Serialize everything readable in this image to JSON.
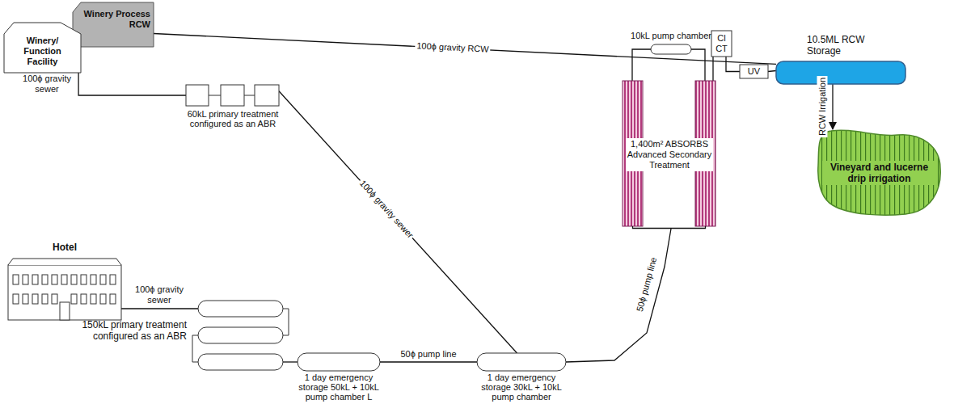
{
  "diagram": {
    "nodes": [
      {
        "text": [
          "Winery Process RCW"
        ]
      },
      {
        "text": [
          "Winery/ Function Facility"
        ]
      },
      {
        "text": [
          "Hotel"
        ]
      },
      {
        "text": [
          "60kL primary treatment configured as an ABR"
        ]
      },
      {
        "text": [
          "150kL primary treatment configured as an ABR"
        ]
      },
      {
        "text": [
          "1 day emergency storage 50kL + 10kL pump chamber L"
        ]
      },
      {
        "text": [
          "1 day emergency storage 30kL + 10kL pump chamber"
        ]
      },
      {
        "text": [
          "1,400m² ABSORBS Advanced Secondary Treatment"
        ]
      },
      {
        "text": [
          "10kL pump chamber"
        ]
      },
      {
        "text": [
          "Cl CT"
        ]
      },
      {
        "text": [
          "UV"
        ]
      },
      {
        "text": [
          "10.5ML RCW Storage"
        ]
      },
      {
        "text": [
          "Vineyard and lucerne drip irrigation"
        ]
      }
    ],
    "edges": [
      {
        "from": 0,
        "to": 11,
        "label": "100ϕ gravity RCW",
        "arrow": "none"
      },
      {
        "from": 1,
        "to": 3,
        "label": "100ϕ gravity sewer",
        "arrow": "none"
      },
      {
        "from": 3,
        "to": 6,
        "label": "100ϕ gravity sewer",
        "arrow": "none"
      },
      {
        "from": 2,
        "to": 4,
        "label": "100ϕ gravity sewer",
        "arrow": "none"
      },
      {
        "from": 4,
        "to": 5,
        "arrow": "none"
      },
      {
        "from": 5,
        "to": 6,
        "label": "50ϕ pump line",
        "arrow": "none"
      },
      {
        "from": 6,
        "to": 7,
        "label": "50ϕ pump line",
        "arrow": "none"
      },
      {
        "from": 7,
        "to": 8,
        "arrow": "none"
      },
      {
        "from": 8,
        "to": 7,
        "arrow": "none"
      },
      {
        "from": 7,
        "to": 9,
        "arrow": "none"
      },
      {
        "from": 9,
        "to": 10,
        "arrow": "none"
      },
      {
        "from": 10,
        "to": 11,
        "arrow": "none"
      },
      {
        "from": 11,
        "to": 12,
        "label": "RCW Irrigation",
        "arrow": "to"
      }
    ]
  }
}
